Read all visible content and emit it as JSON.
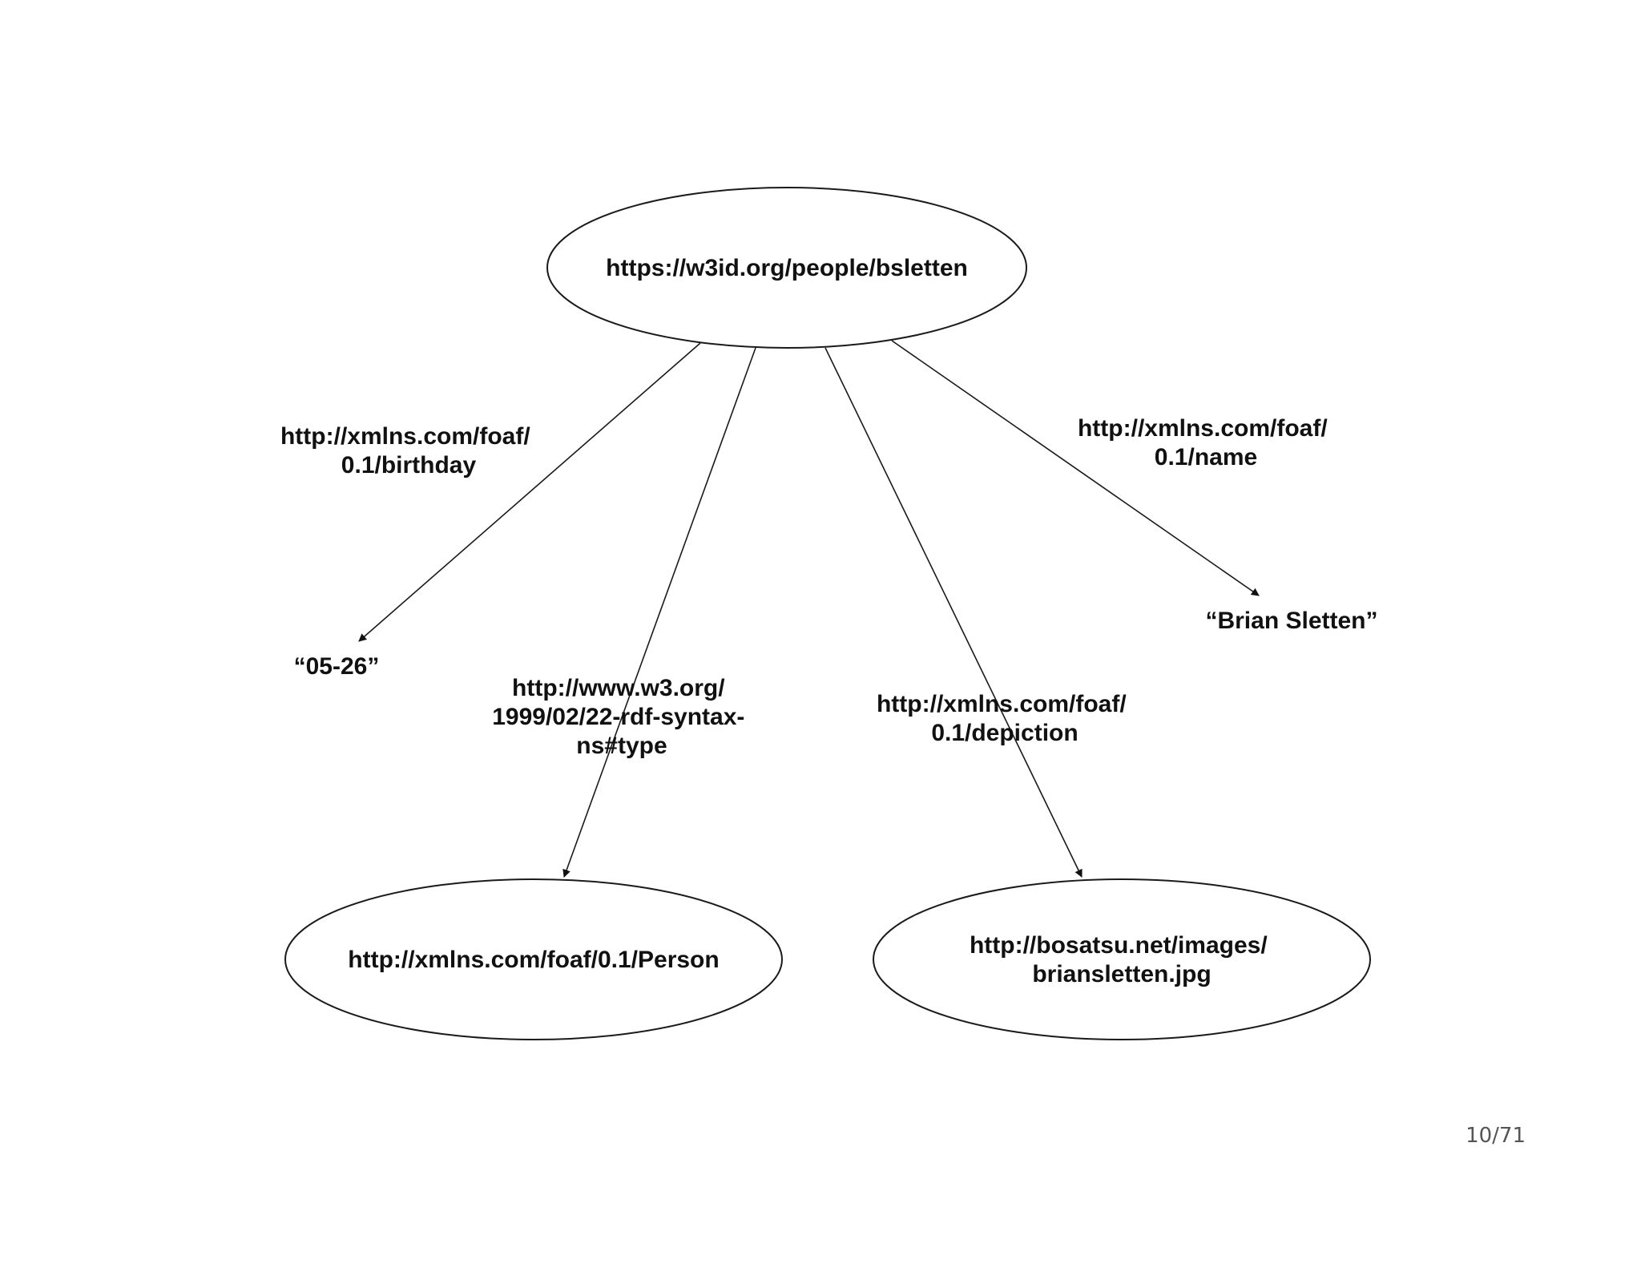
{
  "diagram": {
    "nodes": {
      "subject": {
        "lines": [
          "https://w3id.org/people/bsletten"
        ]
      },
      "person": {
        "lines": [
          "http://xmlns.com/foaf/0.1/Person"
        ]
      },
      "depiction_image": {
        "lines": [
          "http://bosatsu.net/images/",
          "briansletten.jpg"
        ]
      }
    },
    "literals": {
      "birthday_value": {
        "lines": [
          "“05-26”"
        ]
      },
      "name_value": {
        "lines": [
          "“Brian Sletten”"
        ]
      }
    },
    "edges": {
      "birthday": {
        "lines": [
          "http://xmlns.com/foaf/",
          "0.1/birthday"
        ]
      },
      "type": {
        "lines": [
          "http://www.w3.org/",
          "1999/02/22-rdf-syntax-",
          "ns#type"
        ]
      },
      "depiction": {
        "lines": [
          "http://xmlns.com/foaf/",
          "0.1/depiction"
        ]
      },
      "name": {
        "lines": [
          "http://xmlns.com/foaf/",
          "0.1/name"
        ]
      }
    }
  },
  "footer": {
    "page_number": "10/71"
  }
}
